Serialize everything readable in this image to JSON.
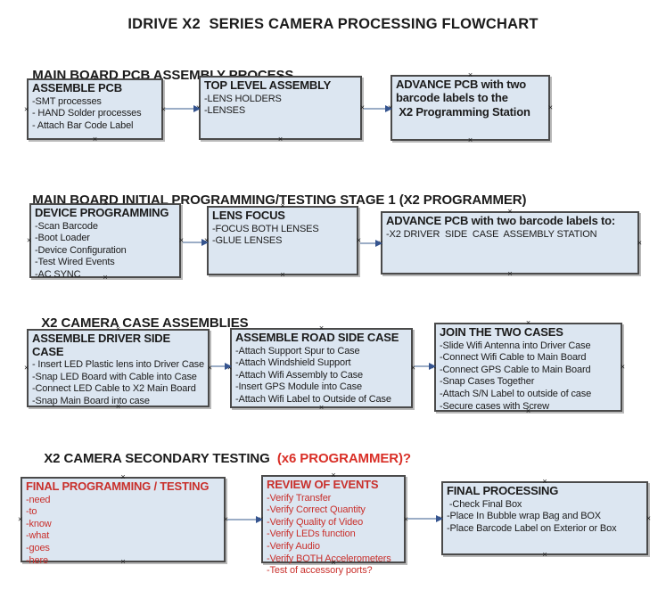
{
  "title": "IDRIVE X2  SERIES CAMERA PROCESSING FLOWCHART",
  "colors": {
    "box_fill": "#dce6f1",
    "box_border": "#4a4a4a",
    "arrow_line": "#9badc6",
    "arrow_head": "#35548f",
    "heading_red": "#d92f27",
    "box_red": "#c9302c",
    "text_black": "#1b1b1b"
  },
  "icons": {
    "connector_handle": "×"
  },
  "sections": [
    {
      "heading": "MAIN BOARD PCB ASSEMBLY PROCESS",
      "heading_red": "",
      "boxes": [
        {
          "title": "ASSEMBLE PCB",
          "lines": [
            "-SMT processes",
            "- HAND Solder processes",
            "- Attach Bar Code Label"
          ]
        },
        {
          "title": "TOP LEVEL ASSEMBLY",
          "lines": [
            "-LENS HOLDERS",
            "-LENSES"
          ]
        },
        {
          "title": "ADVANCE PCB with two barcode labels to the",
          "lines": [
            " X2 Programming Station"
          ]
        }
      ]
    },
    {
      "heading": "MAIN BOARD INITIAL PROGRAMMING/TESTING STAGE 1 (X2 PROGRAMMER)",
      "heading_red": "",
      "boxes": [
        {
          "title": "DEVICE PROGRAMMING",
          "lines": [
            "-Scan Barcode",
            "-Boot Loader",
            "-Device Configuration",
            "-Test Wired Events",
            "-AC SYNC"
          ]
        },
        {
          "title": "LENS FOCUS",
          "lines": [
            "-FOCUS BOTH LENSES",
            "-GLUE LENSES"
          ]
        },
        {
          "title": "ADVANCE PCB with two barcode labels to:",
          "lines": [
            "-X2 DRIVER  SIDE  CASE  ASSEMBLY STATION"
          ]
        }
      ]
    },
    {
      "heading": "X2 CAMERA CASE ASSEMBLIES",
      "heading_red": "",
      "boxes": [
        {
          "title": "ASSEMBLE DRIVER SIDE CASE",
          "lines": [
            "- Insert LED Plastic lens into Driver Case",
            "-Snap LED Board with Cable into Case",
            "-Connect LED Cable to X2 Main Board",
            "-Snap Main Board into case"
          ]
        },
        {
          "title": "ASSEMBLE ROAD SIDE CASE",
          "lines": [
            "-Attach Support Spur to Case",
            "-Attach Windshield Support",
            "-Attach Wifi Assembly to Case",
            "-Insert GPS Module into Case",
            "-Attach Wifi Label to Outside of Case"
          ]
        },
        {
          "title": "JOIN THE TWO CASES",
          "lines": [
            "-Slide Wifi Antenna into Driver Case",
            "-Connect Wifi Cable to Main Board",
            "-Connect GPS Cable to Main Board",
            "-Snap Cases Together",
            "-Attach S/N Label to outside of case",
            "-Secure cases with Screw"
          ]
        }
      ]
    },
    {
      "heading": "X2 CAMERA SECONDARY TESTING ",
      "heading_red": " (x6 PROGRAMMER)?",
      "boxes": [
        {
          "title": "FINAL PROGRAMMING / TESTING",
          "lines": [
            "-need",
            "-to",
            "-know",
            "-what",
            "-goes",
            "-here"
          ]
        },
        {
          "title": "REVIEW OF EVENTS",
          "lines": [
            "-Verify Transfer",
            "-Verify Correct Quantity",
            "-Verify Quality of Video",
            "-Verify LEDs function",
            "-Verify Audio",
            "-Verify BOTH Accelerometers",
            "-Test of accessory ports?"
          ]
        },
        {
          "title": "FINAL PROCESSING",
          "lines": [
            " -Check Final Box",
            "-Place In Bubble wrap Bag and BOX",
            "-Place Barcode Label on Exterior or Box"
          ]
        }
      ]
    }
  ]
}
